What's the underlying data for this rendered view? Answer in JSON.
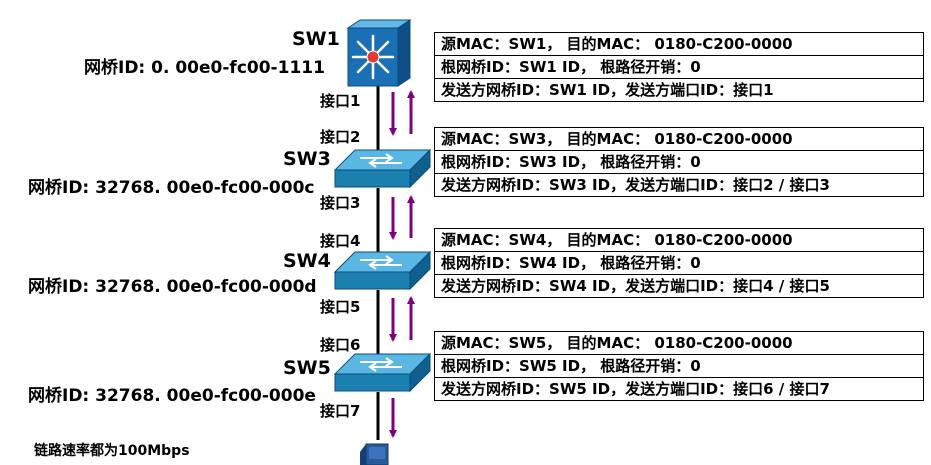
{
  "colors": {
    "arrow": "#800080",
    "switch_top": "#5ab7e3",
    "switch_side": "#1b7fb0",
    "l3_body": "#1565a8",
    "link": "#000000"
  },
  "switches": [
    {
      "name": "SW1",
      "bridge_id": "网桥ID:  0. 00e0-fc00-1111",
      "icon": "layer3-switch-icon"
    },
    {
      "name": "SW3",
      "bridge_id": "网桥ID:  32768. 00e0-fc00-000c",
      "icon": "switch-icon"
    },
    {
      "name": "SW4",
      "bridge_id": "网桥ID:  32768. 00e0-fc00-000d",
      "icon": "switch-icon"
    },
    {
      "name": "SW5",
      "bridge_id": "网桥ID:  32768. 00e0-fc00-000e",
      "icon": "switch-icon"
    }
  ],
  "ports": [
    "接口1",
    "接口2",
    "接口3",
    "接口4",
    "接口5",
    "接口6",
    "接口7"
  ],
  "messages": [
    {
      "line1": "源MAC：SW1，   目的MAC：  0180-C200-0000",
      "line2": "根网桥ID：SW1 ID，  根路径开销：0",
      "line3": "发送方网桥ID：SW1 ID，发送方端口ID：接口1"
    },
    {
      "line1": "源MAC：SW3，   目的MAC：  0180-C200-0000",
      "line2": "根网桥ID：SW3 ID，  根路径开销：0",
      "line3": "发送方网桥ID：SW3 ID，发送方端口ID：接口2 / 接口3"
    },
    {
      "line1": "源MAC：SW4，   目的MAC：  0180-C200-0000",
      "line2": "根网桥ID：SW4 ID，  根路径开销：0",
      "line3": "发送方网桥ID：SW4 ID，发送方端口ID：接口4 / 接口5"
    },
    {
      "line1": "源MAC：SW5，   目的MAC：  0180-C200-0000",
      "line2": "根网桥ID：SW5 ID，  根路径开销：0",
      "line3": "发送方网桥ID：SW5 ID，发送方端口ID：接口6 / 接口7"
    }
  ],
  "link_speed_note": "链路速率都为100Mbps"
}
